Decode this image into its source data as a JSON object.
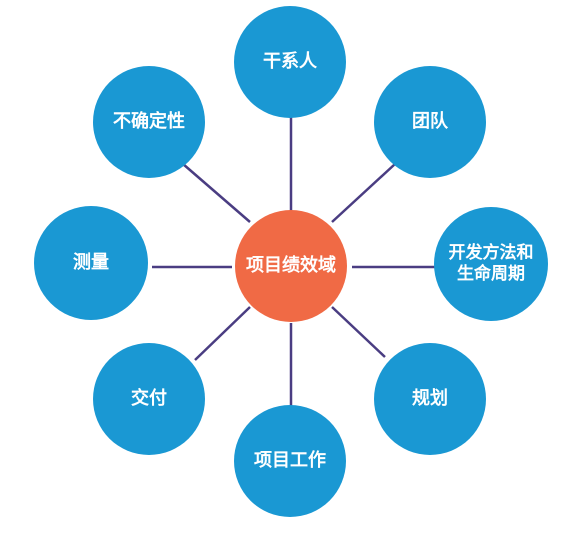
{
  "colors": {
    "node_fill": "#1a98d3",
    "center_fill": "#f06a45",
    "connector": "#4a3d82",
    "text": "#ffffff"
  },
  "center": {
    "label": "项目绩效域"
  },
  "nodes": [
    {
      "id": "stakeholders",
      "label": "干系人"
    },
    {
      "id": "team",
      "label": "团队"
    },
    {
      "id": "lifecycle",
      "label": "开发方法和\n生命周期"
    },
    {
      "id": "planning",
      "label": "规划"
    },
    {
      "id": "project-work",
      "label": "项目工作"
    },
    {
      "id": "delivery",
      "label": "交付"
    },
    {
      "id": "measurement",
      "label": "测量"
    },
    {
      "id": "uncertainty",
      "label": "不确定性"
    }
  ]
}
